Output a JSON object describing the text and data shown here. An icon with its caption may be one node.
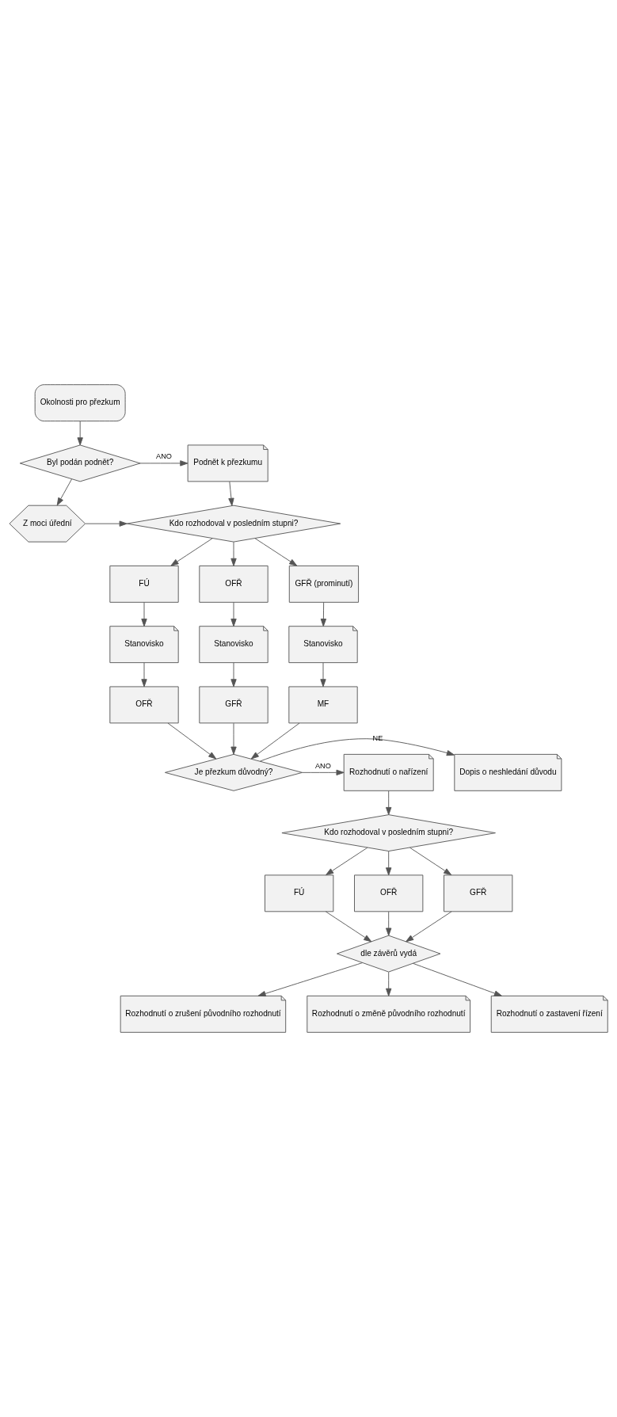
{
  "diagram": {
    "nodes": [
      {
        "text": [
          "Okolnosti pro přezkum"
        ]
      },
      {
        "text": [
          "Byl podán podnět?"
        ]
      },
      {
        "text": [
          "Podnět k přezkumu"
        ]
      },
      {
        "text": [
          "Z moci úřední"
        ]
      },
      {
        "text": [
          "Kdo rozhodoval v posledním stupni?"
        ]
      },
      {
        "text": [
          "FÚ"
        ]
      },
      {
        "text": [
          "OFŘ"
        ]
      },
      {
        "text": [
          "GFŘ (prominutí)"
        ]
      },
      {
        "text": [
          "Stanovisko"
        ]
      },
      {
        "text": [
          "Stanovisko"
        ]
      },
      {
        "text": [
          "Stanovisko"
        ]
      },
      {
        "text": [
          "OFŘ"
        ]
      },
      {
        "text": [
          "GFŘ"
        ]
      },
      {
        "text": [
          "MF"
        ]
      },
      {
        "text": [
          "Je přezkum důvodný?"
        ]
      },
      {
        "text": [
          "Dopis o neshledání důvodu"
        ]
      },
      {
        "text": [
          "Rozhodnutí o nařízení"
        ]
      },
      {
        "text": [
          "Kdo rozhodoval v posledním stupni?"
        ]
      },
      {
        "text": [
          "FÚ"
        ]
      },
      {
        "text": [
          "OFŘ"
        ]
      },
      {
        "text": [
          "GFŘ"
        ]
      },
      {
        "text": [
          "dle závěrů vydá"
        ]
      },
      {
        "text": [
          "Rozhodnutí o zrušení původního rozhodnutí"
        ]
      },
      {
        "text": [
          "Rozhodnutí o změně původního rozhodnutí"
        ]
      },
      {
        "text": [
          "Rozhodnutí o zastavení řízení"
        ]
      }
    ],
    "edges": [
      {
        "from": 0,
        "to": 1,
        "arrow": "to"
      },
      {
        "from": 1,
        "to": 2,
        "arrow": "to",
        "label": "ANO"
      },
      {
        "from": 1,
        "to": 3,
        "arrow": "to"
      },
      {
        "from": 2,
        "to": 4,
        "arrow": "to"
      },
      {
        "from": 3,
        "to": 4,
        "arrow": "to"
      },
      {
        "from": 4,
        "to": 5,
        "arrow": "to"
      },
      {
        "from": 4,
        "to": 6,
        "arrow": "to"
      },
      {
        "from": 4,
        "to": 7,
        "arrow": "to"
      },
      {
        "from": 5,
        "to": 8,
        "arrow": "to"
      },
      {
        "from": 6,
        "to": 9,
        "arrow": "to"
      },
      {
        "from": 7,
        "to": 10,
        "arrow": "to"
      },
      {
        "from": 8,
        "to": 11,
        "arrow": "to"
      },
      {
        "from": 9,
        "to": 12,
        "arrow": "to"
      },
      {
        "from": 10,
        "to": 13,
        "arrow": "to"
      },
      {
        "from": 11,
        "to": 14,
        "arrow": "to"
      },
      {
        "from": 12,
        "to": 14,
        "arrow": "to"
      },
      {
        "from": 13,
        "to": 14,
        "arrow": "to"
      },
      {
        "from": 14,
        "to": 15,
        "arrow": "to",
        "label": "NE"
      },
      {
        "from": 14,
        "to": 16,
        "arrow": "to",
        "label": "ANO"
      },
      {
        "from": 16,
        "to": 17,
        "arrow": "to"
      },
      {
        "from": 17,
        "to": 18,
        "arrow": "to"
      },
      {
        "from": 17,
        "to": 19,
        "arrow": "to"
      },
      {
        "from": 17,
        "to": 20,
        "arrow": "to"
      },
      {
        "from": 18,
        "to": 21,
        "arrow": "to"
      },
      {
        "from": 19,
        "to": 21,
        "arrow": "to"
      },
      {
        "from": 20,
        "to": 21,
        "arrow": "to"
      },
      {
        "from": 21,
        "to": 22,
        "arrow": "to"
      },
      {
        "from": 21,
        "to": 23,
        "arrow": "to"
      },
      {
        "from": 21,
        "to": 24,
        "arrow": "to"
      }
    ]
  }
}
